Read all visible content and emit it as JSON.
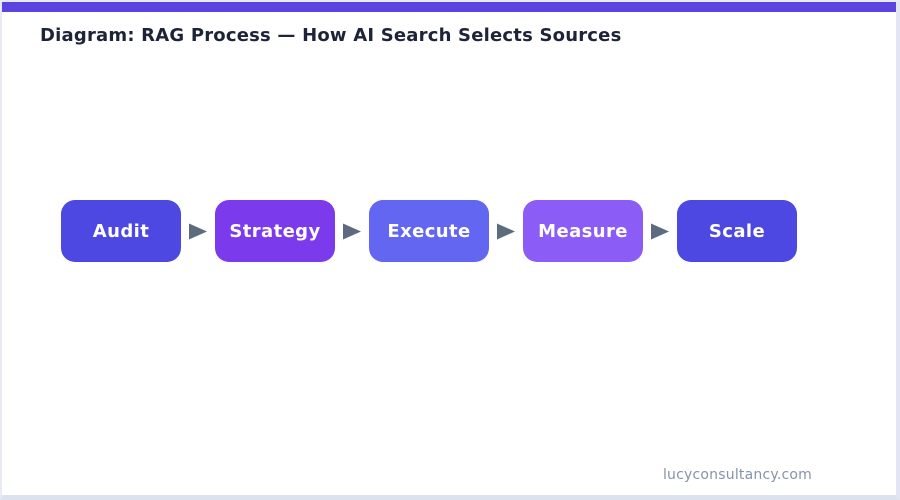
{
  "page": {
    "title": "Diagram: RAG Process — How AI Search Selects Sources",
    "footer": "lucyconsultancy.com"
  },
  "colors": {
    "top_bar": "#5a43df",
    "title_text": "#1d2438",
    "arrow": "#5d6b7e",
    "footer_text": "#8793ab"
  },
  "flow": {
    "steps": [
      {
        "label": "Audit",
        "color": "#4d48e2"
      },
      {
        "label": "Strategy",
        "color": "#7c3aed"
      },
      {
        "label": "Execute",
        "color": "#6366f1"
      },
      {
        "label": "Measure",
        "color": "#8b5cf6"
      },
      {
        "label": "Scale",
        "color": "#4d48e2"
      }
    ]
  }
}
